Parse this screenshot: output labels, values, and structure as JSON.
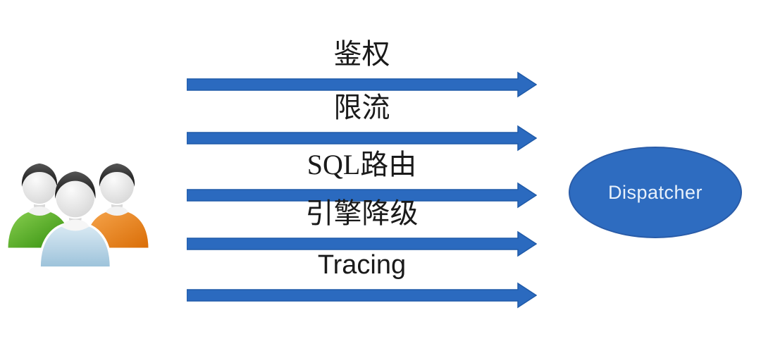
{
  "diagram": {
    "source_node": {
      "name": "users-group",
      "icon": "three-users-icon"
    },
    "flows": [
      {
        "label": "鉴权"
      },
      {
        "label": "限流"
      },
      {
        "label": "SQL路由"
      },
      {
        "label": "引擎降级"
      },
      {
        "label": "Tracing"
      }
    ],
    "target_node": {
      "label": "Dispatcher",
      "shape": "ellipse"
    },
    "colors": {
      "arrow_fill": "#2b6abf",
      "arrow_border": "#1f5aa8",
      "node_fill": "#2e6cc0",
      "node_border": "#2a5ca8",
      "node_text": "#e8f1fb",
      "label_text": "#1a1a1a",
      "user_green": "#4cb122",
      "user_green_dark": "#2f8c09",
      "user_blue": "#bcd9ea",
      "user_blue_dark": "#9cc2da",
      "user_orange": "#ef8a1f",
      "user_orange_dark": "#d96c05",
      "user_face": "#ededed",
      "user_hair": "#1e1e1e"
    }
  }
}
